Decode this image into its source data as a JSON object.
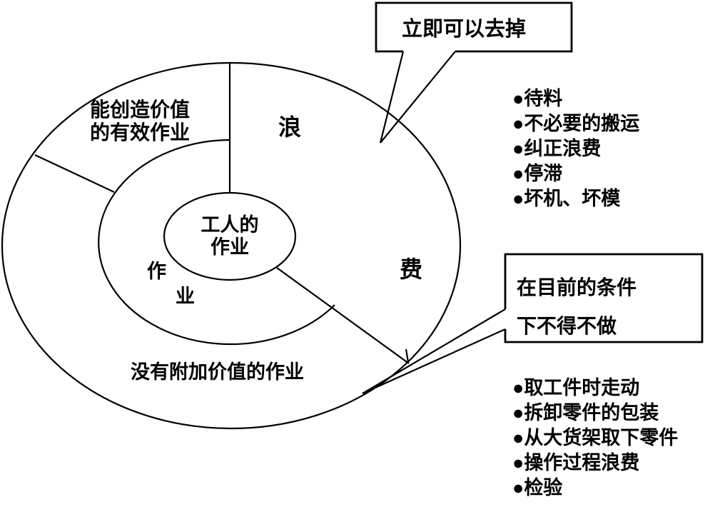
{
  "colors": {
    "ink": "#000000",
    "background": "#ffffff"
  },
  "bullet_glyph": "●",
  "diagram": {
    "value_sector_lines": [
      "能创造价值",
      "的有效作业"
    ],
    "waste_char_top": "浪",
    "waste_char_right": "费",
    "center_lines": [
      "工人的",
      "作业"
    ],
    "ring_char_1": "作",
    "ring_char_2": "业",
    "bottom_label": "没有附加价值的作业"
  },
  "callouts": {
    "immediate": {
      "lines": [
        "立即可以去掉"
      ]
    },
    "necessary": {
      "lines": [
        "在目前的条件",
        "下不得不做"
      ]
    }
  },
  "lists": {
    "immediate_waste": {
      "items": [
        "待料",
        "不必要的搬运",
        "纠正浪费",
        "停滞",
        "坏机、坏模"
      ]
    },
    "necessary_waste": {
      "items": [
        "取工件时走动",
        "拆卸零件的包装",
        "从大货架取下零件",
        "操作过程浪费",
        "检验"
      ]
    }
  }
}
